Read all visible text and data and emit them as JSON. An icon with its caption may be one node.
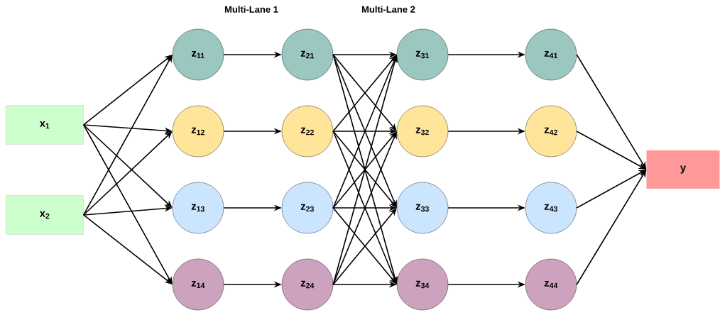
{
  "diagram": {
    "nodes": [
      {
        "text": [
          "x$_{1}$"
        ]
      },
      {
        "text": [
          "x$_{2}$"
        ]
      },
      {
        "text": [
          "z$_{11}$"
        ]
      },
      {
        "text": [
          "z$_{12}$"
        ]
      },
      {
        "text": [
          "z$_{13}$"
        ]
      },
      {
        "text": [
          "z$_{14}$"
        ]
      },
      {
        "text": [
          "z$_{21}$"
        ]
      },
      {
        "text": [
          "z$_{22}$"
        ]
      },
      {
        "text": [
          "z$_{23}$"
        ]
      },
      {
        "text": [
          "z$_{24}$"
        ]
      },
      {
        "text": [
          "z$_{31}$"
        ]
      },
      {
        "text": [
          "z$_{32}$"
        ]
      },
      {
        "text": [
          "z$_{33}$"
        ]
      },
      {
        "text": [
          "z$_{34}$"
        ]
      },
      {
        "text": [
          "z$_{41}$"
        ]
      },
      {
        "text": [
          "z$_{42}$"
        ]
      },
      {
        "text": [
          "z$_{43}$"
        ]
      },
      {
        "text": [
          "z$_{44}$"
        ]
      },
      {
        "text": [
          "y"
        ]
      }
    ],
    "edges": [
      {
        "from": 0,
        "to": 2,
        "arrow": "to"
      },
      {
        "from": 0,
        "to": 3,
        "arrow": "to"
      },
      {
        "from": 0,
        "to": 4,
        "arrow": "to"
      },
      {
        "from": 0,
        "to": 5,
        "arrow": "to"
      },
      {
        "from": 1,
        "to": 2,
        "arrow": "to"
      },
      {
        "from": 1,
        "to": 3,
        "arrow": "to"
      },
      {
        "from": 1,
        "to": 4,
        "arrow": "to"
      },
      {
        "from": 1,
        "to": 5,
        "arrow": "to"
      },
      {
        "from": 2,
        "to": 6,
        "arrow": "to"
      },
      {
        "from": 3,
        "to": 7,
        "arrow": "to"
      },
      {
        "from": 4,
        "to": 8,
        "arrow": "to"
      },
      {
        "from": 5,
        "to": 9,
        "arrow": "to"
      },
      {
        "from": 6,
        "to": 10,
        "arrow": "to"
      },
      {
        "from": 6,
        "to": 11,
        "arrow": "to"
      },
      {
        "from": 6,
        "to": 12,
        "arrow": "to"
      },
      {
        "from": 6,
        "to": 13,
        "arrow": "to"
      },
      {
        "from": 7,
        "to": 10,
        "arrow": "to"
      },
      {
        "from": 7,
        "to": 11,
        "arrow": "to"
      },
      {
        "from": 7,
        "to": 12,
        "arrow": "to"
      },
      {
        "from": 7,
        "to": 13,
        "arrow": "to"
      },
      {
        "from": 8,
        "to": 10,
        "arrow": "to"
      },
      {
        "from": 8,
        "to": 11,
        "arrow": "to"
      },
      {
        "from": 8,
        "to": 12,
        "arrow": "to"
      },
      {
        "from": 8,
        "to": 13,
        "arrow": "to"
      },
      {
        "from": 9,
        "to": 10,
        "arrow": "to"
      },
      {
        "from": 9,
        "to": 11,
        "arrow": "to"
      },
      {
        "from": 9,
        "to": 12,
        "arrow": "to"
      },
      {
        "from": 9,
        "to": 13,
        "arrow": "to"
      },
      {
        "from": 10,
        "to": 14,
        "arrow": "to"
      },
      {
        "from": 11,
        "to": 15,
        "arrow": "to"
      },
      {
        "from": 12,
        "to": 16,
        "arrow": "to"
      },
      {
        "from": 13,
        "to": 17,
        "arrow": "to"
      },
      {
        "from": 14,
        "to": 18,
        "arrow": "to"
      },
      {
        "from": 15,
        "to": 18,
        "arrow": "to"
      },
      {
        "from": 16,
        "to": 18,
        "arrow": "to"
      },
      {
        "from": 17,
        "to": 18,
        "arrow": "to"
      }
    ],
    "labels": [
      "Multi-Lane 1",
      "Multi-Lane 2"
    ]
  }
}
